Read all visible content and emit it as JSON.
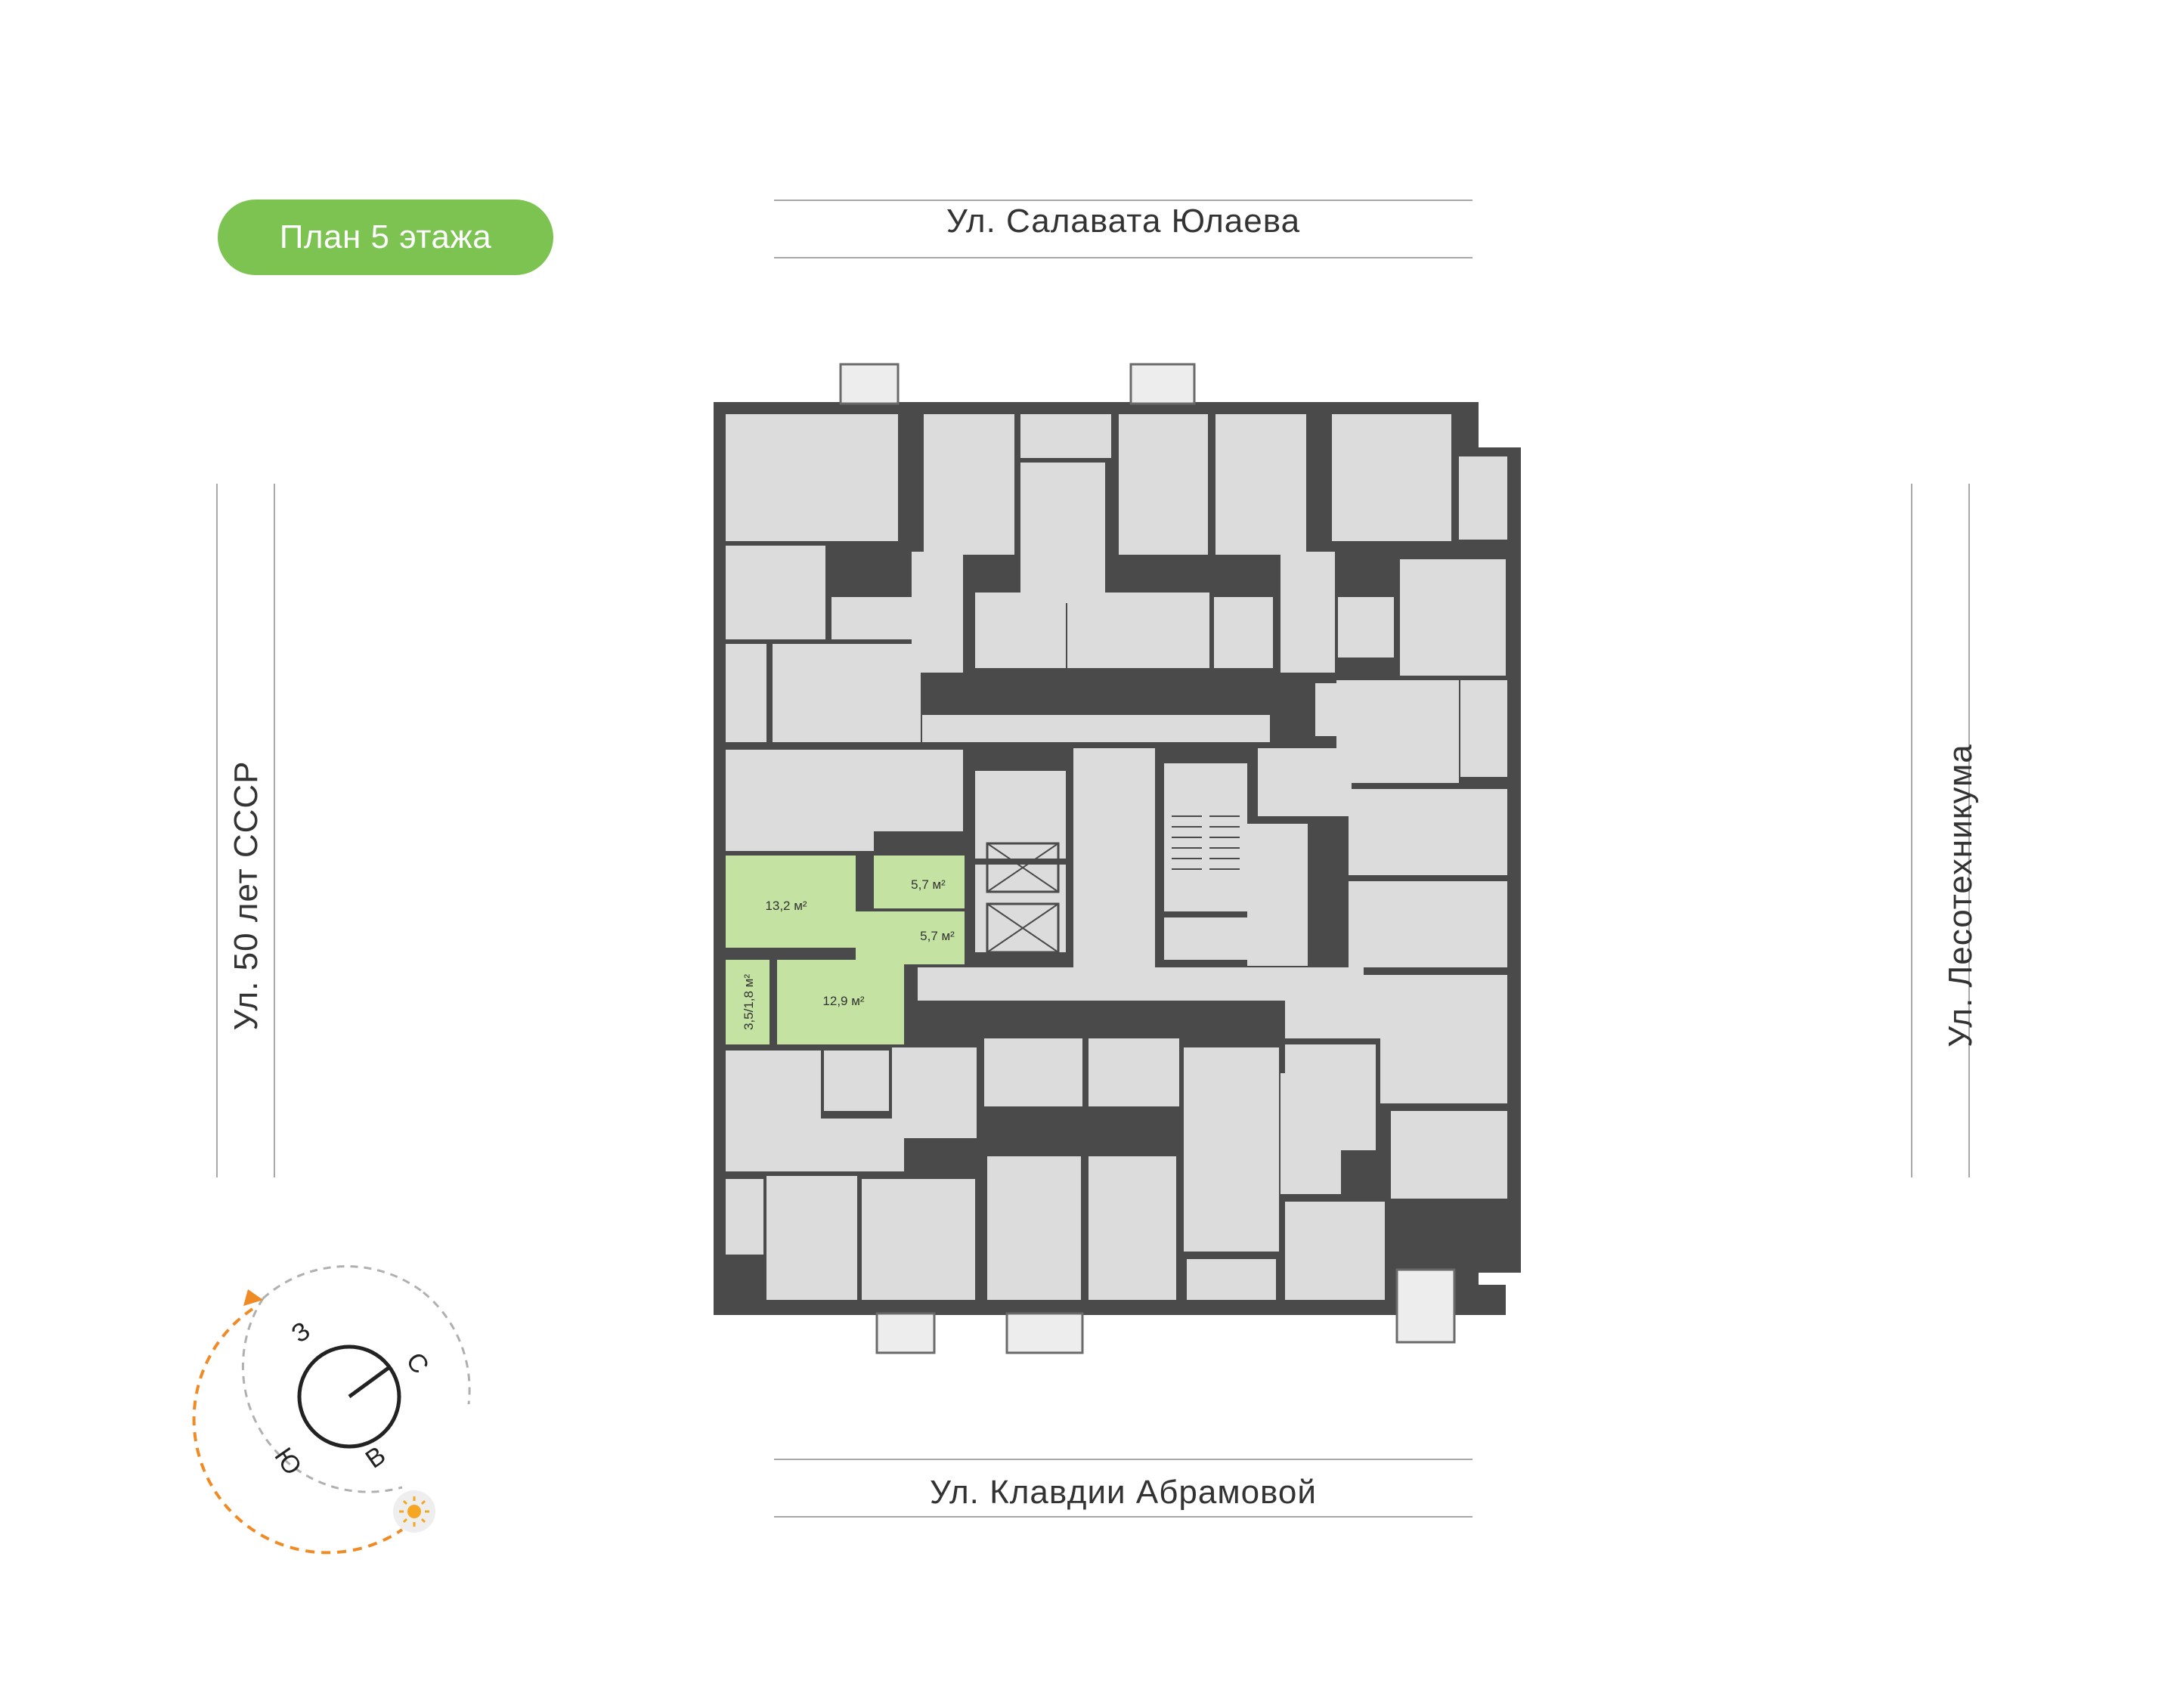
{
  "badge": {
    "label": "План 5 этажа",
    "color": "#7cc352"
  },
  "streets": {
    "top": "Ул. Салавата Юлаева",
    "bottom": "Ул. Клавдии Абрамовой",
    "left": "Ул. 50 лет СССР",
    "right": "Ул. Лесотехникума"
  },
  "highlighted_apartment": {
    "color": "#c4e3a2",
    "areas": {
      "room_1": "13,2 м²",
      "kitchen": "5,7 м²",
      "hall": "5,7 м²",
      "room_2": "12,9 м²",
      "balcony": "3,5/1,8 м²"
    }
  },
  "compass": {
    "north": "С",
    "south": "Ю",
    "east": "В",
    "west": "З",
    "sun_icon": "sun-icon",
    "sun_color": "#f5a623",
    "path_color": "#f08a24"
  },
  "colors": {
    "room": "#dcdcdc",
    "wall": "#4a4a4a",
    "street_rule": "#a8a8a8"
  }
}
